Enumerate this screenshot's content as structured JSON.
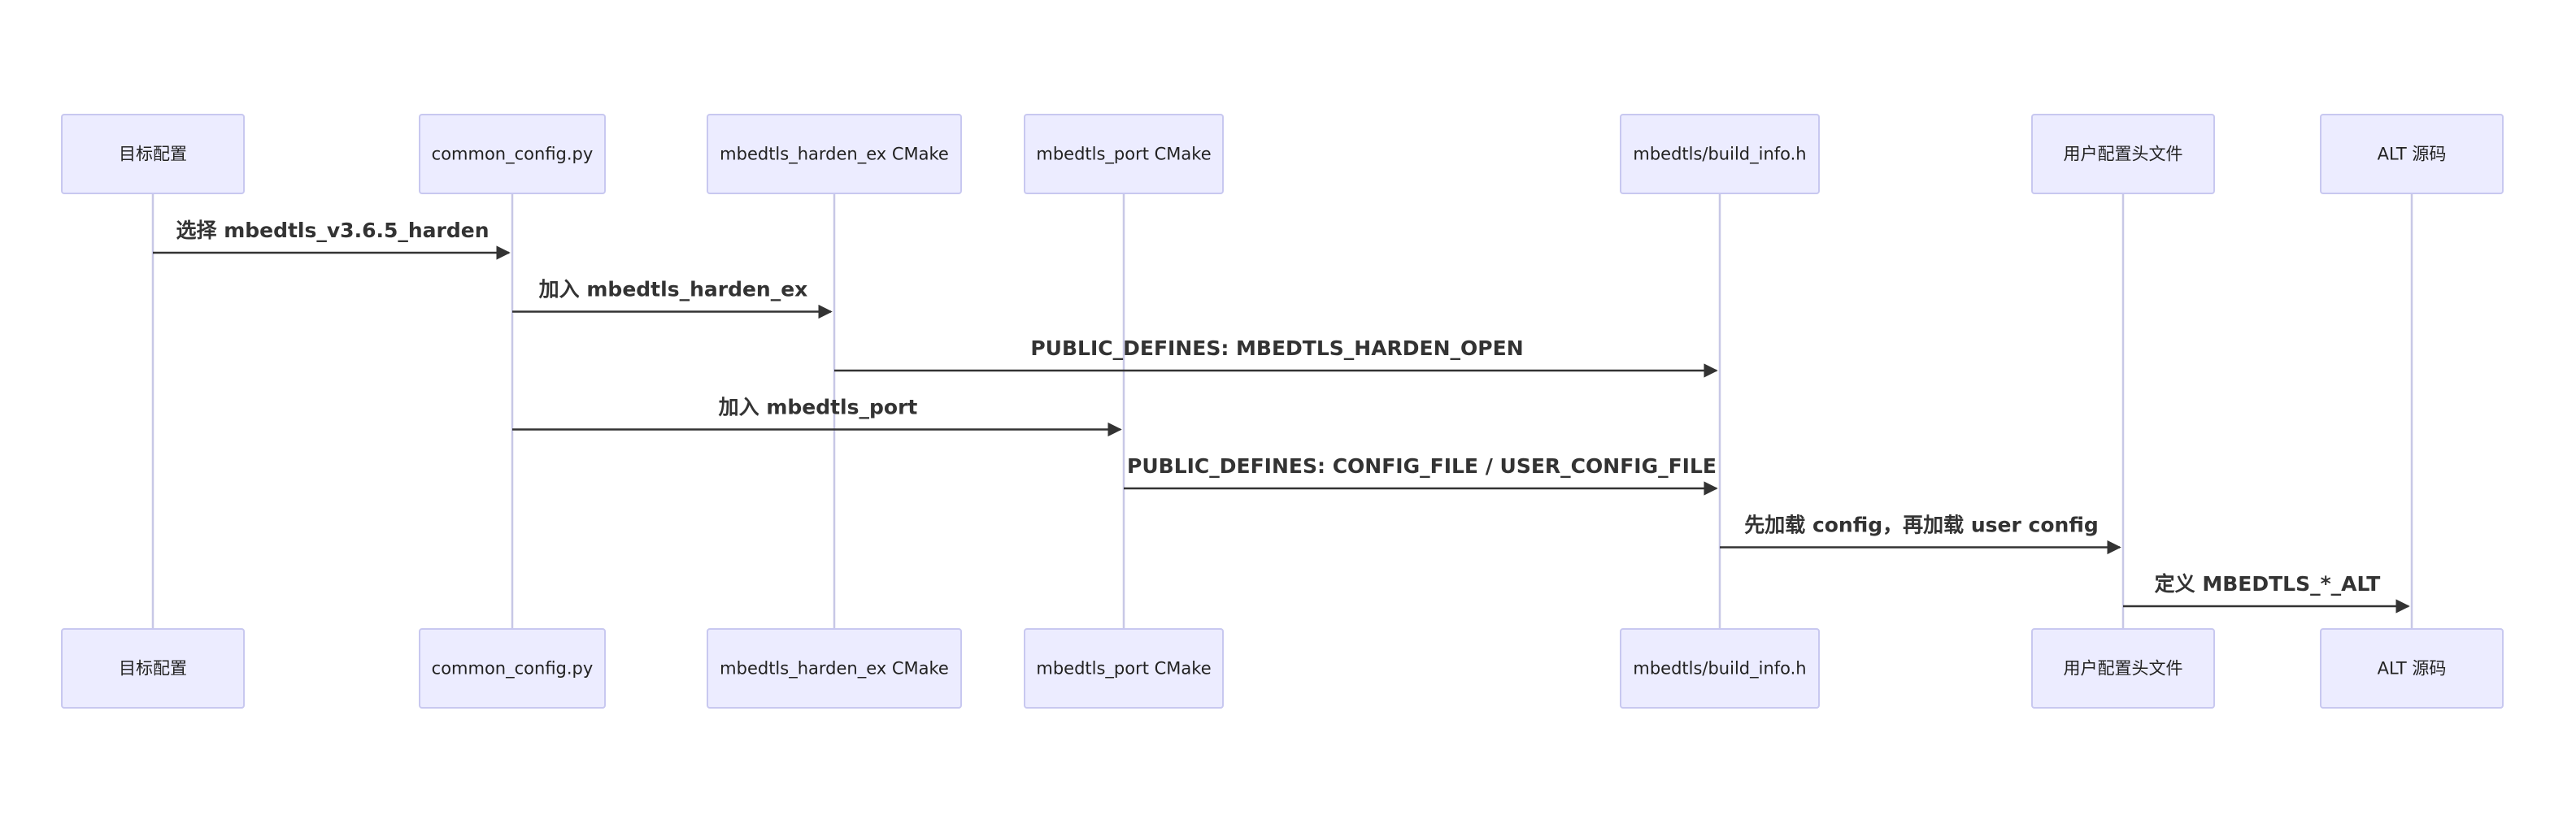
{
  "diagram": {
    "participants": [
      {
        "id": "target",
        "label": "目标配置"
      },
      {
        "id": "common",
        "label": "common_config.py"
      },
      {
        "id": "harden",
        "label": "mbedtls_harden_ex CMake"
      },
      {
        "id": "port",
        "label": "mbedtls_port CMake"
      },
      {
        "id": "buildinfo",
        "label": "mbedtls/build_info.h"
      },
      {
        "id": "userhdr",
        "label": "用户配置头文件"
      },
      {
        "id": "alt",
        "label": "ALT 源码"
      }
    ],
    "messages": [
      {
        "from": "target",
        "to": "common",
        "label": "选择 mbedtls_v3.6.5_harden"
      },
      {
        "from": "common",
        "to": "harden",
        "label": "加入 mbedtls_harden_ex"
      },
      {
        "from": "harden",
        "to": "buildinfo",
        "label": "PUBLIC_DEFINES: MBEDTLS_HARDEN_OPEN"
      },
      {
        "from": "common",
        "to": "port",
        "label": "加入 mbedtls_port"
      },
      {
        "from": "port",
        "to": "buildinfo",
        "label": "PUBLIC_DEFINES: CONFIG_FILE / USER_CONFIG_FILE"
      },
      {
        "from": "buildinfo",
        "to": "userhdr",
        "label": "先加载 config，再加载 user config"
      },
      {
        "from": "userhdr",
        "to": "alt",
        "label": "定义 MBEDTLS_*_ALT"
      }
    ]
  }
}
